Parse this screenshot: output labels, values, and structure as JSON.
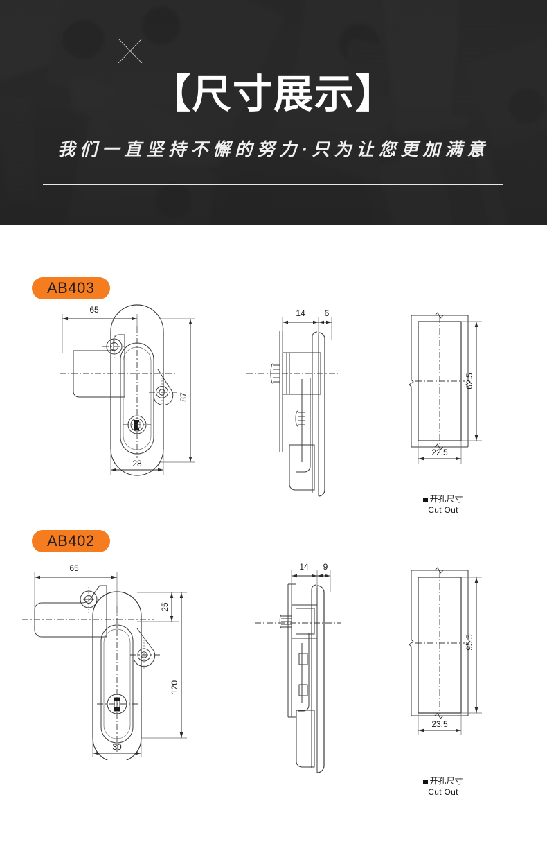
{
  "banner": {
    "title": "【尺寸展示】",
    "subtitle": "我们一直坚持不懈的努力·只为让您更加满意",
    "background_color": "#2b2b2b",
    "rule_color": "#e8e8e8"
  },
  "badge_color": "#F57C1F",
  "products": [
    {
      "model": "AB403",
      "front_view": {
        "dims": {
          "width_65": "65",
          "height_87": "87",
          "plate_width_28": "28"
        }
      },
      "side_view": {
        "dims": {
          "depth_14": "14",
          "proj_6": "6"
        }
      },
      "cutout_view": {
        "dims": {
          "height_62_5": "62.5",
          "width_22_5": "22.5"
        },
        "caption_cn": "开孔尺寸",
        "caption_en": "Cut Out"
      }
    },
    {
      "model": "AB402",
      "front_view": {
        "dims": {
          "width_65": "65",
          "top_25": "25",
          "height_120": "120",
          "plate_width_30": "30"
        }
      },
      "side_view": {
        "dims": {
          "depth_14": "14",
          "proj_9": "9"
        }
      },
      "cutout_view": {
        "dims": {
          "height_95_5": "95.5",
          "width_23_5": "23.5"
        },
        "caption_cn": "开孔尺寸",
        "caption_en": "Cut Out"
      }
    }
  ]
}
